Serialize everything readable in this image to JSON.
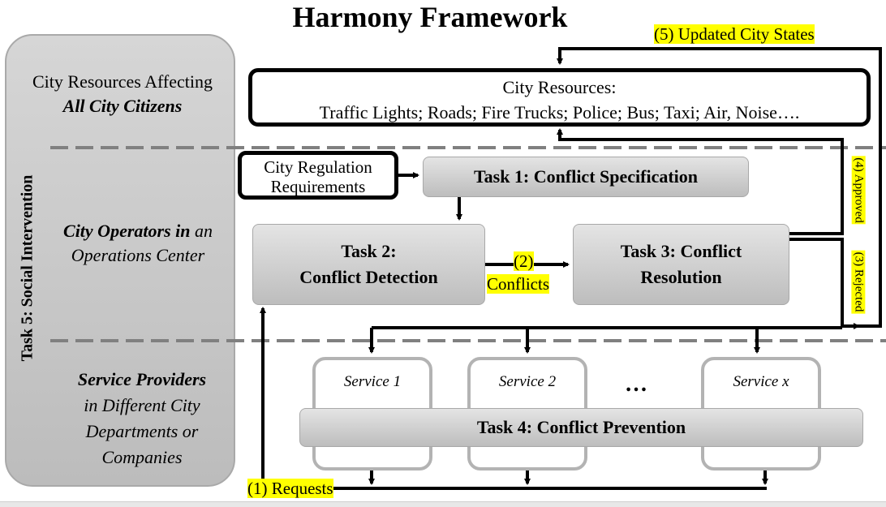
{
  "title": "Harmony Framework",
  "left": {
    "vertical_label": "Task 5: Social Intervention",
    "citizens_line1": "City Resources Affecting",
    "citizens_line2": "All City Citizens",
    "operators_a": "City Operators in",
    "operators_b": " an",
    "operators_line2": "Operations Center",
    "providers_line1": "Service Providers",
    "providers_line2": "in Different City",
    "providers_line3": "Departments or",
    "providers_line4": "Companies"
  },
  "resources": {
    "line1": "City Resources:",
    "line2": "Traffic Lights; Roads; Fire Trucks; Police; Bus; Taxi; Air, Noise…."
  },
  "regulation": {
    "line1": "City Regulation",
    "line2": "Requirements"
  },
  "tasks": {
    "t1": "Task 1: Conflict Specification",
    "t2_line1": "Task 2:",
    "t2_line2": "Conflict Detection",
    "t3_line1": "Task 3: Conflict",
    "t3_line2": "Resolution",
    "t4": "Task 4: Conflict Prevention"
  },
  "services": [
    "Service 1",
    "Service 2",
    "Service x"
  ],
  "ellipsis": "…",
  "labels": {
    "updated": "(5) Updated City States",
    "conflicts_num": "(2)",
    "conflicts": "Conflicts",
    "approved": "(4) Approved",
    "rejected": "(3) Rejected",
    "requests": "(1) Requests"
  },
  "colors": {
    "highlight": "#ffff00",
    "box_gray": "#c8c8c8",
    "divider": "#808080"
  }
}
